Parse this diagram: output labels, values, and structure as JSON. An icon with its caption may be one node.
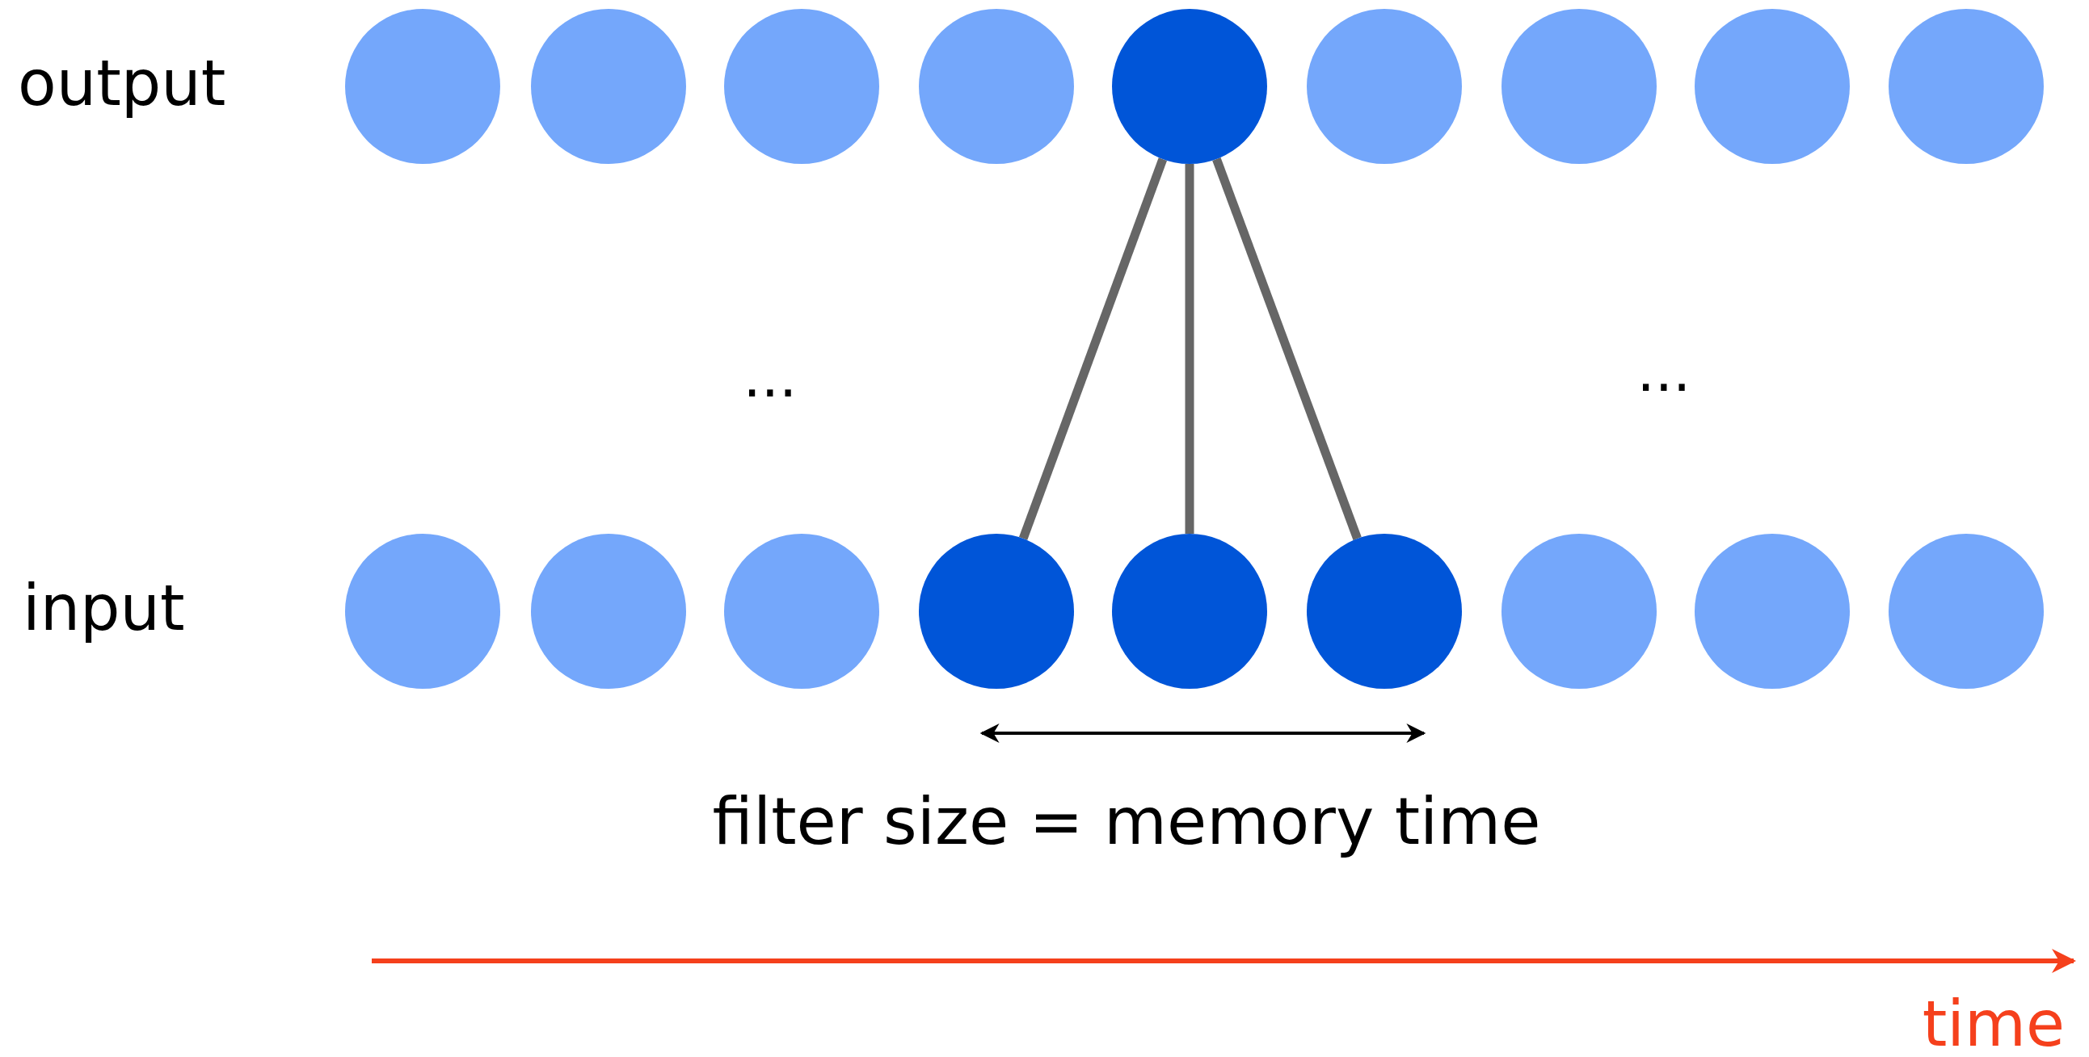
{
  "diagram": {
    "nodes": [
      {
        "text": [],
        "shape": "circle"
      },
      {
        "text": [],
        "shape": "circle"
      },
      {
        "text": [],
        "shape": "circle"
      },
      {
        "text": [],
        "shape": "circle"
      },
      {
        "text": [],
        "shape": "circle"
      },
      {
        "text": [],
        "shape": "circle"
      },
      {
        "text": [],
        "shape": "circle"
      },
      {
        "text": [],
        "shape": "circle"
      },
      {
        "text": [],
        "shape": "circle"
      },
      {
        "text": [],
        "shape": "circle"
      },
      {
        "text": [],
        "shape": "circle"
      },
      {
        "text": [],
        "shape": "circle"
      },
      {
        "text": [],
        "shape": "circle"
      },
      {
        "text": [],
        "shape": "circle"
      },
      {
        "text": [],
        "shape": "circle"
      },
      {
        "text": [],
        "shape": "circle"
      },
      {
        "text": [],
        "shape": "circle"
      },
      {
        "text": [],
        "shape": "circle"
      }
    ],
    "edges": [
      {
        "from": 12,
        "to": 4,
        "arrow": "none"
      },
      {
        "from": 13,
        "to": 4,
        "arrow": "none"
      },
      {
        "from": 14,
        "to": 4,
        "arrow": "none"
      }
    ],
    "labels": [
      "output",
      "...",
      "...",
      "input",
      "filter size = memory time",
      "time"
    ]
  }
}
